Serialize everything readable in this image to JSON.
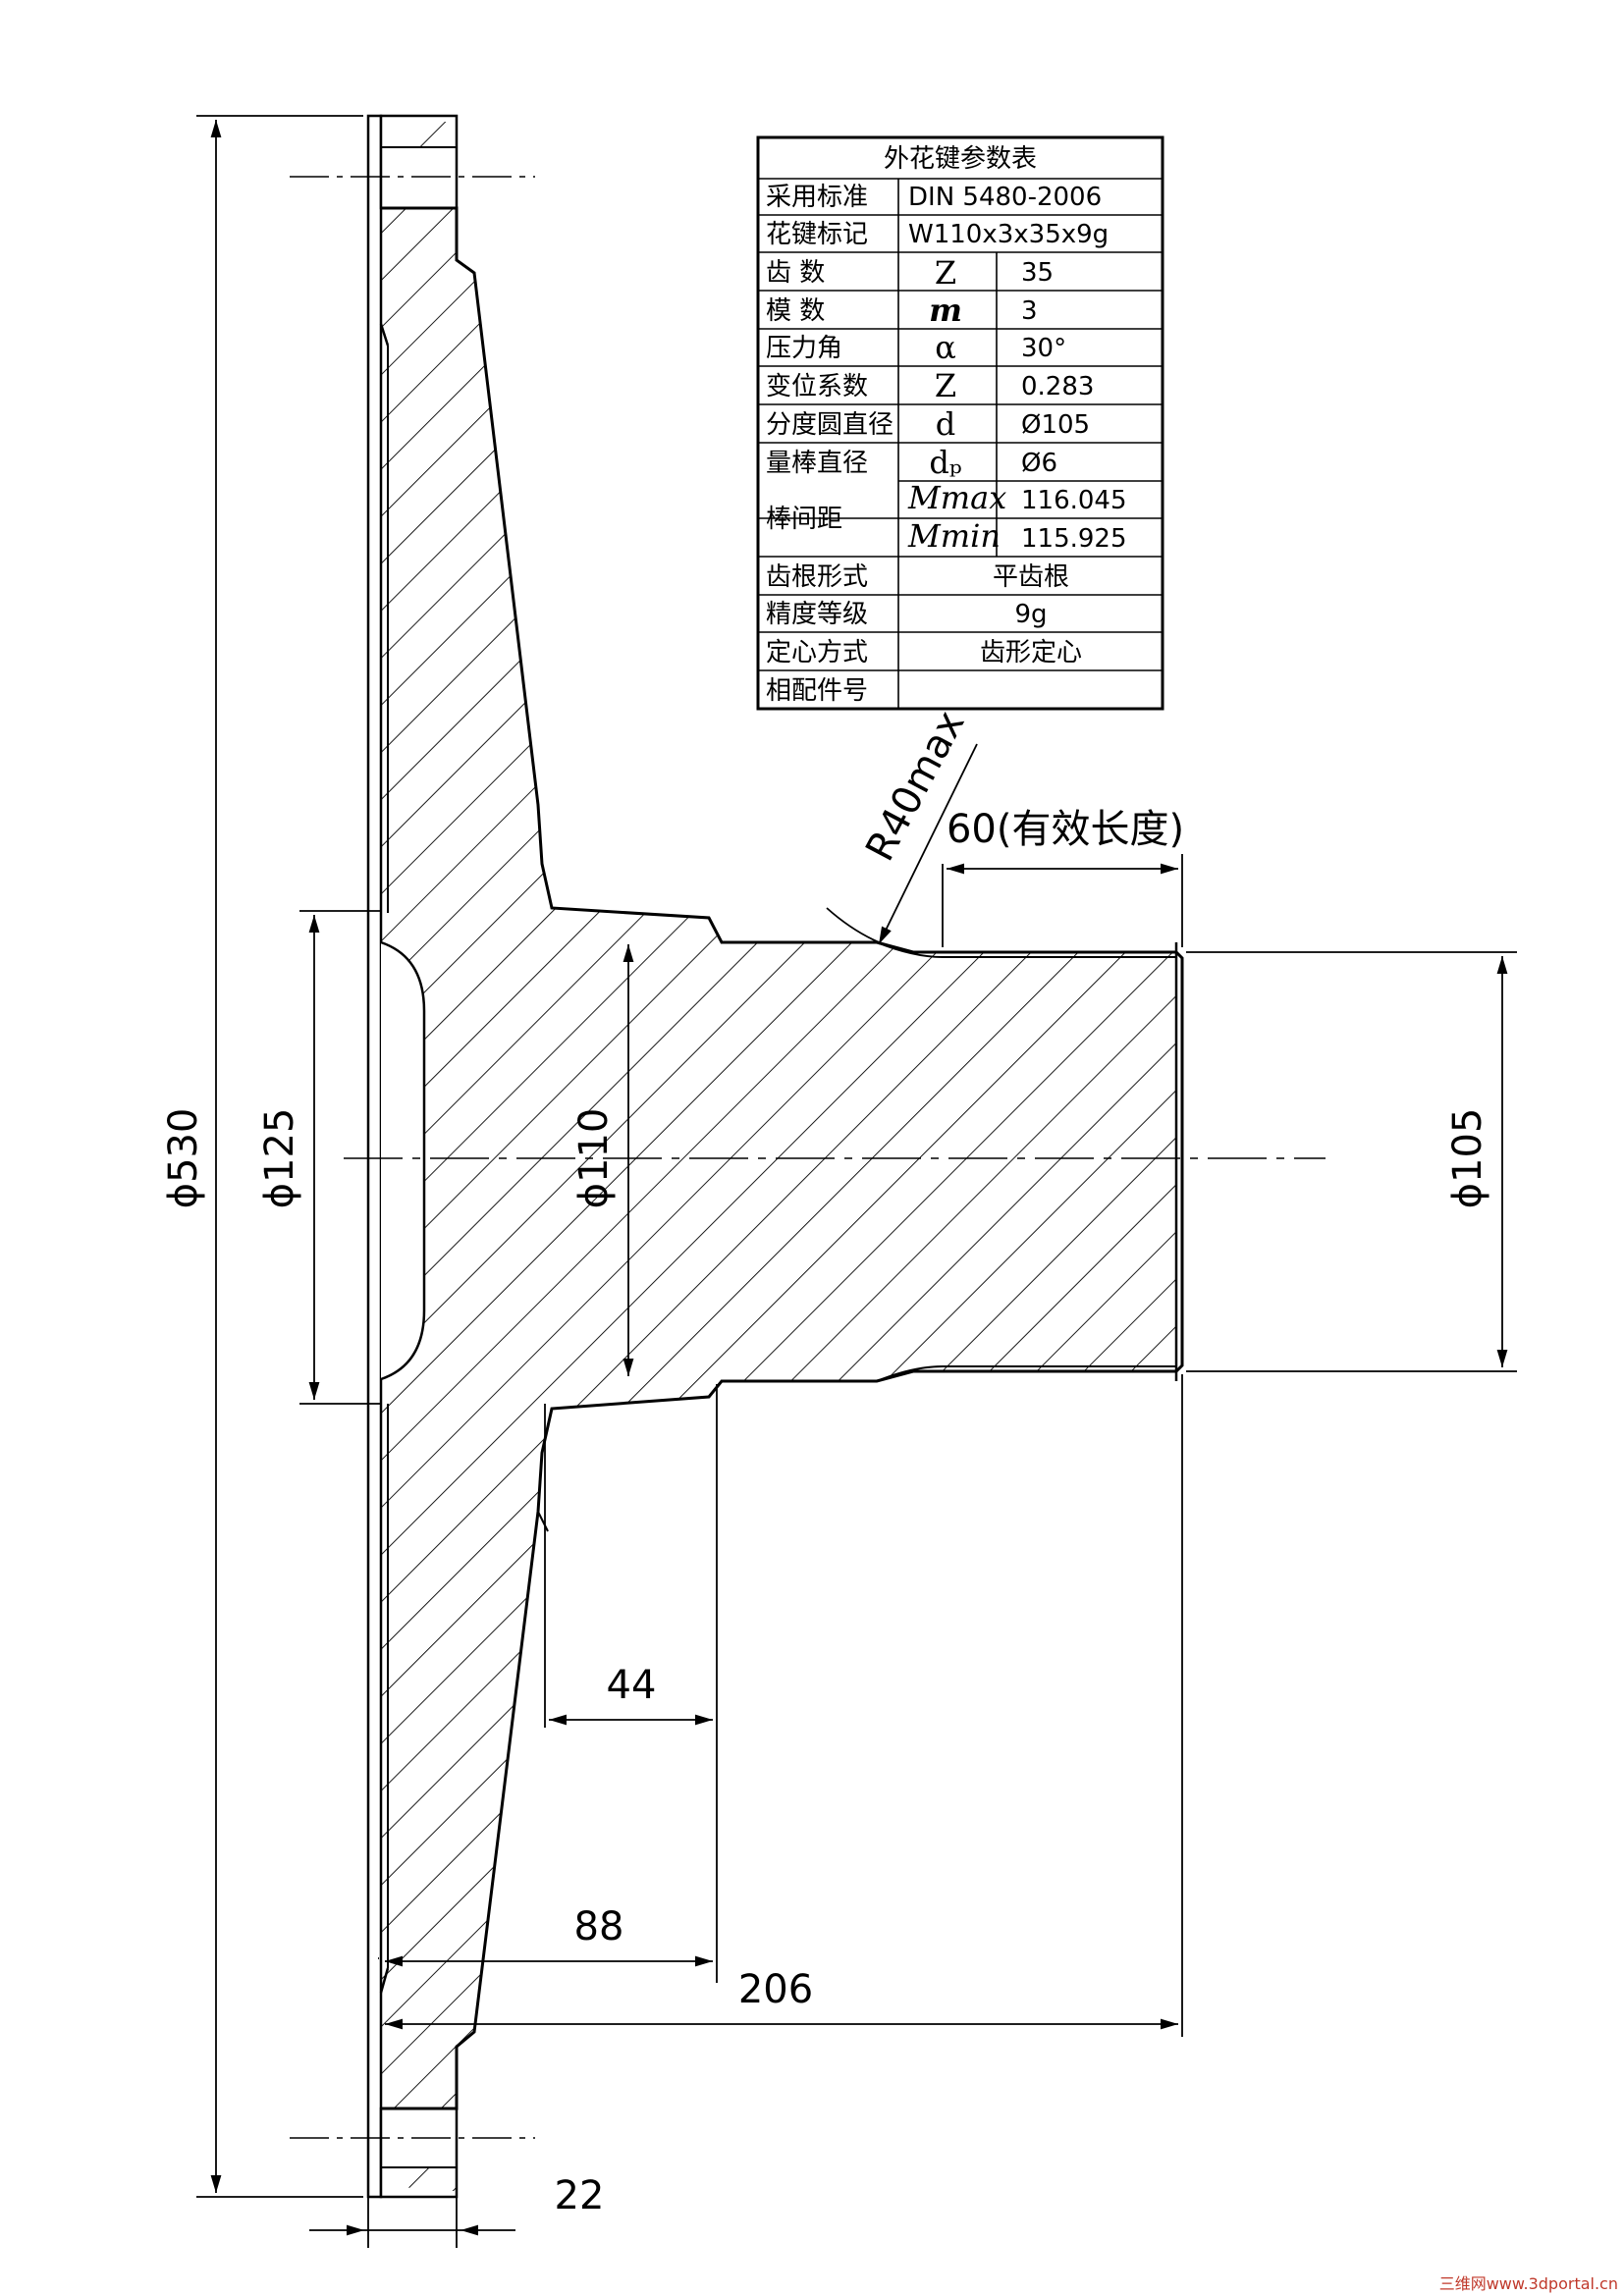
{
  "table": {
    "title": "外花键参数表",
    "rows": [
      {
        "label": "采用标准",
        "value": "DIN 5480-2006"
      },
      {
        "label": "花键标记",
        "value": "W110x3x35x9g"
      },
      {
        "label": "齿    数",
        "symbol": "Z",
        "value": "35"
      },
      {
        "label": "模    数",
        "symbol": "m",
        "value": "3"
      },
      {
        "label": "压力角",
        "symbol": "α",
        "value": "30°"
      },
      {
        "label": "变位系数",
        "symbol": "Z",
        "value": "0.283"
      },
      {
        "label": "分度圆直径",
        "symbol": "d",
        "value": "Ø105"
      },
      {
        "label": "量棒直径",
        "symbol": "dₚ",
        "value": "Ø6"
      },
      {
        "label": "棒间距",
        "symbol_max": "Mmax",
        "value_max": "116.045",
        "symbol_min": "Mmin",
        "value_min": "115.925"
      },
      {
        "label": "齿根形式",
        "value": "平齿根"
      },
      {
        "label": "精度等级",
        "value": "9g"
      },
      {
        "label": "定心方式",
        "value": "齿形定心"
      },
      {
        "label": "相配件号",
        "value": ""
      }
    ]
  },
  "dimensions": {
    "d530": "ϕ530",
    "d125": "ϕ125",
    "d110": "ϕ110",
    "d105": "ϕ105",
    "r40": "R40max",
    "len60": "60(有效长度)",
    "l44": "44",
    "l88": "88",
    "l206": "206",
    "l22": "22"
  },
  "watermark": "三维网www.3dportal.cn"
}
